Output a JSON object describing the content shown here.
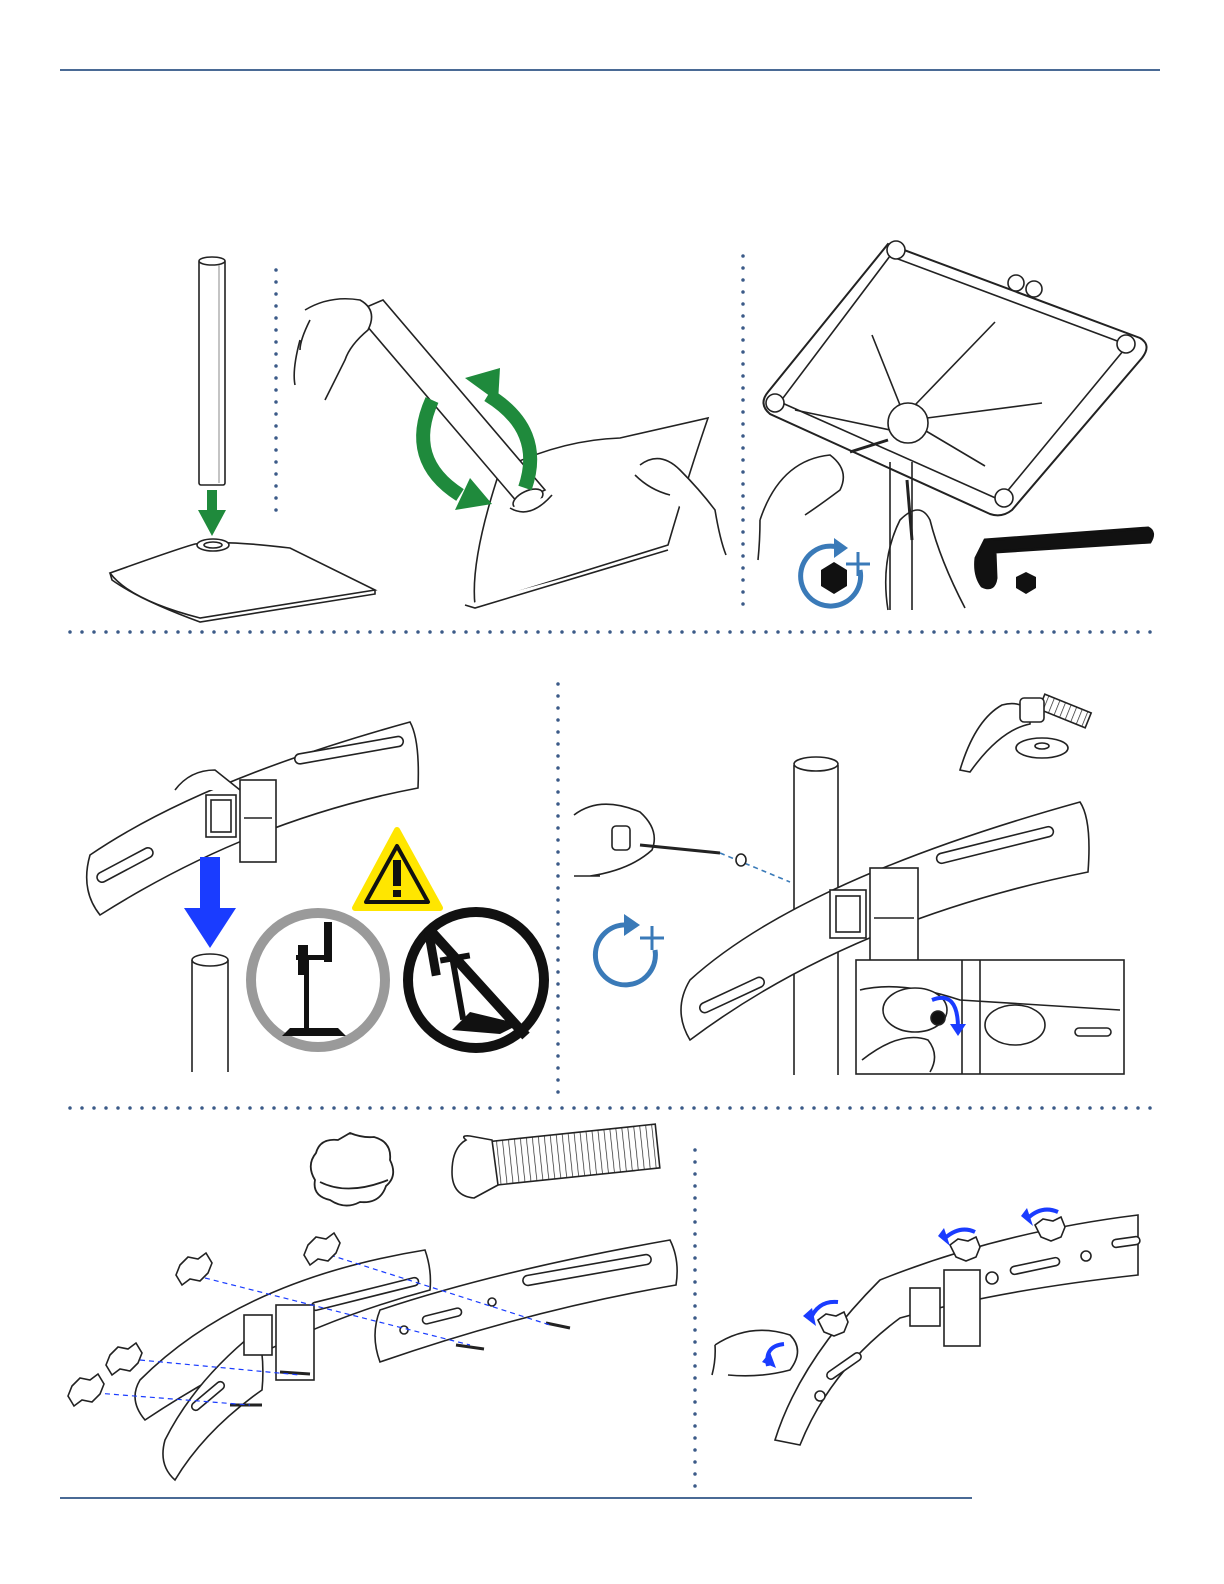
{
  "page": {
    "accent": "#4a6a95",
    "green": "#1f8a3c",
    "blue": "#1a3cff",
    "steel_blue": "#3a7ab8",
    "warning_yellow": "#ffe600",
    "divider_dots": "#3b5a88"
  },
  "steps": [
    {
      "id": "insert-pole",
      "icons": [
        "arrow-down-icon"
      ]
    },
    {
      "id": "screw-pole",
      "icons": [
        "rotate-arrows-icon"
      ]
    },
    {
      "id": "tighten-base-screw",
      "icons": [
        "hex-tighten-icon",
        "allen-key-icon",
        "hex-nut-icon"
      ]
    },
    {
      "id": "lower-bar",
      "icons": [
        "arrow-down-icon",
        "warning-icon",
        "correct-orientation-icon",
        "incorrect-orientation-icon"
      ]
    },
    {
      "id": "insert-lever-bolt",
      "icons": [
        "rotate-tighten-icon",
        "lever-handle-icon",
        "washer-icon"
      ]
    },
    {
      "id": "attach-extensions",
      "icons": [
        "star-knob-icon",
        "carriage-bolt-icon"
      ]
    },
    {
      "id": "tighten-knobs",
      "icons": [
        "rotate-arrow-icon"
      ]
    }
  ]
}
